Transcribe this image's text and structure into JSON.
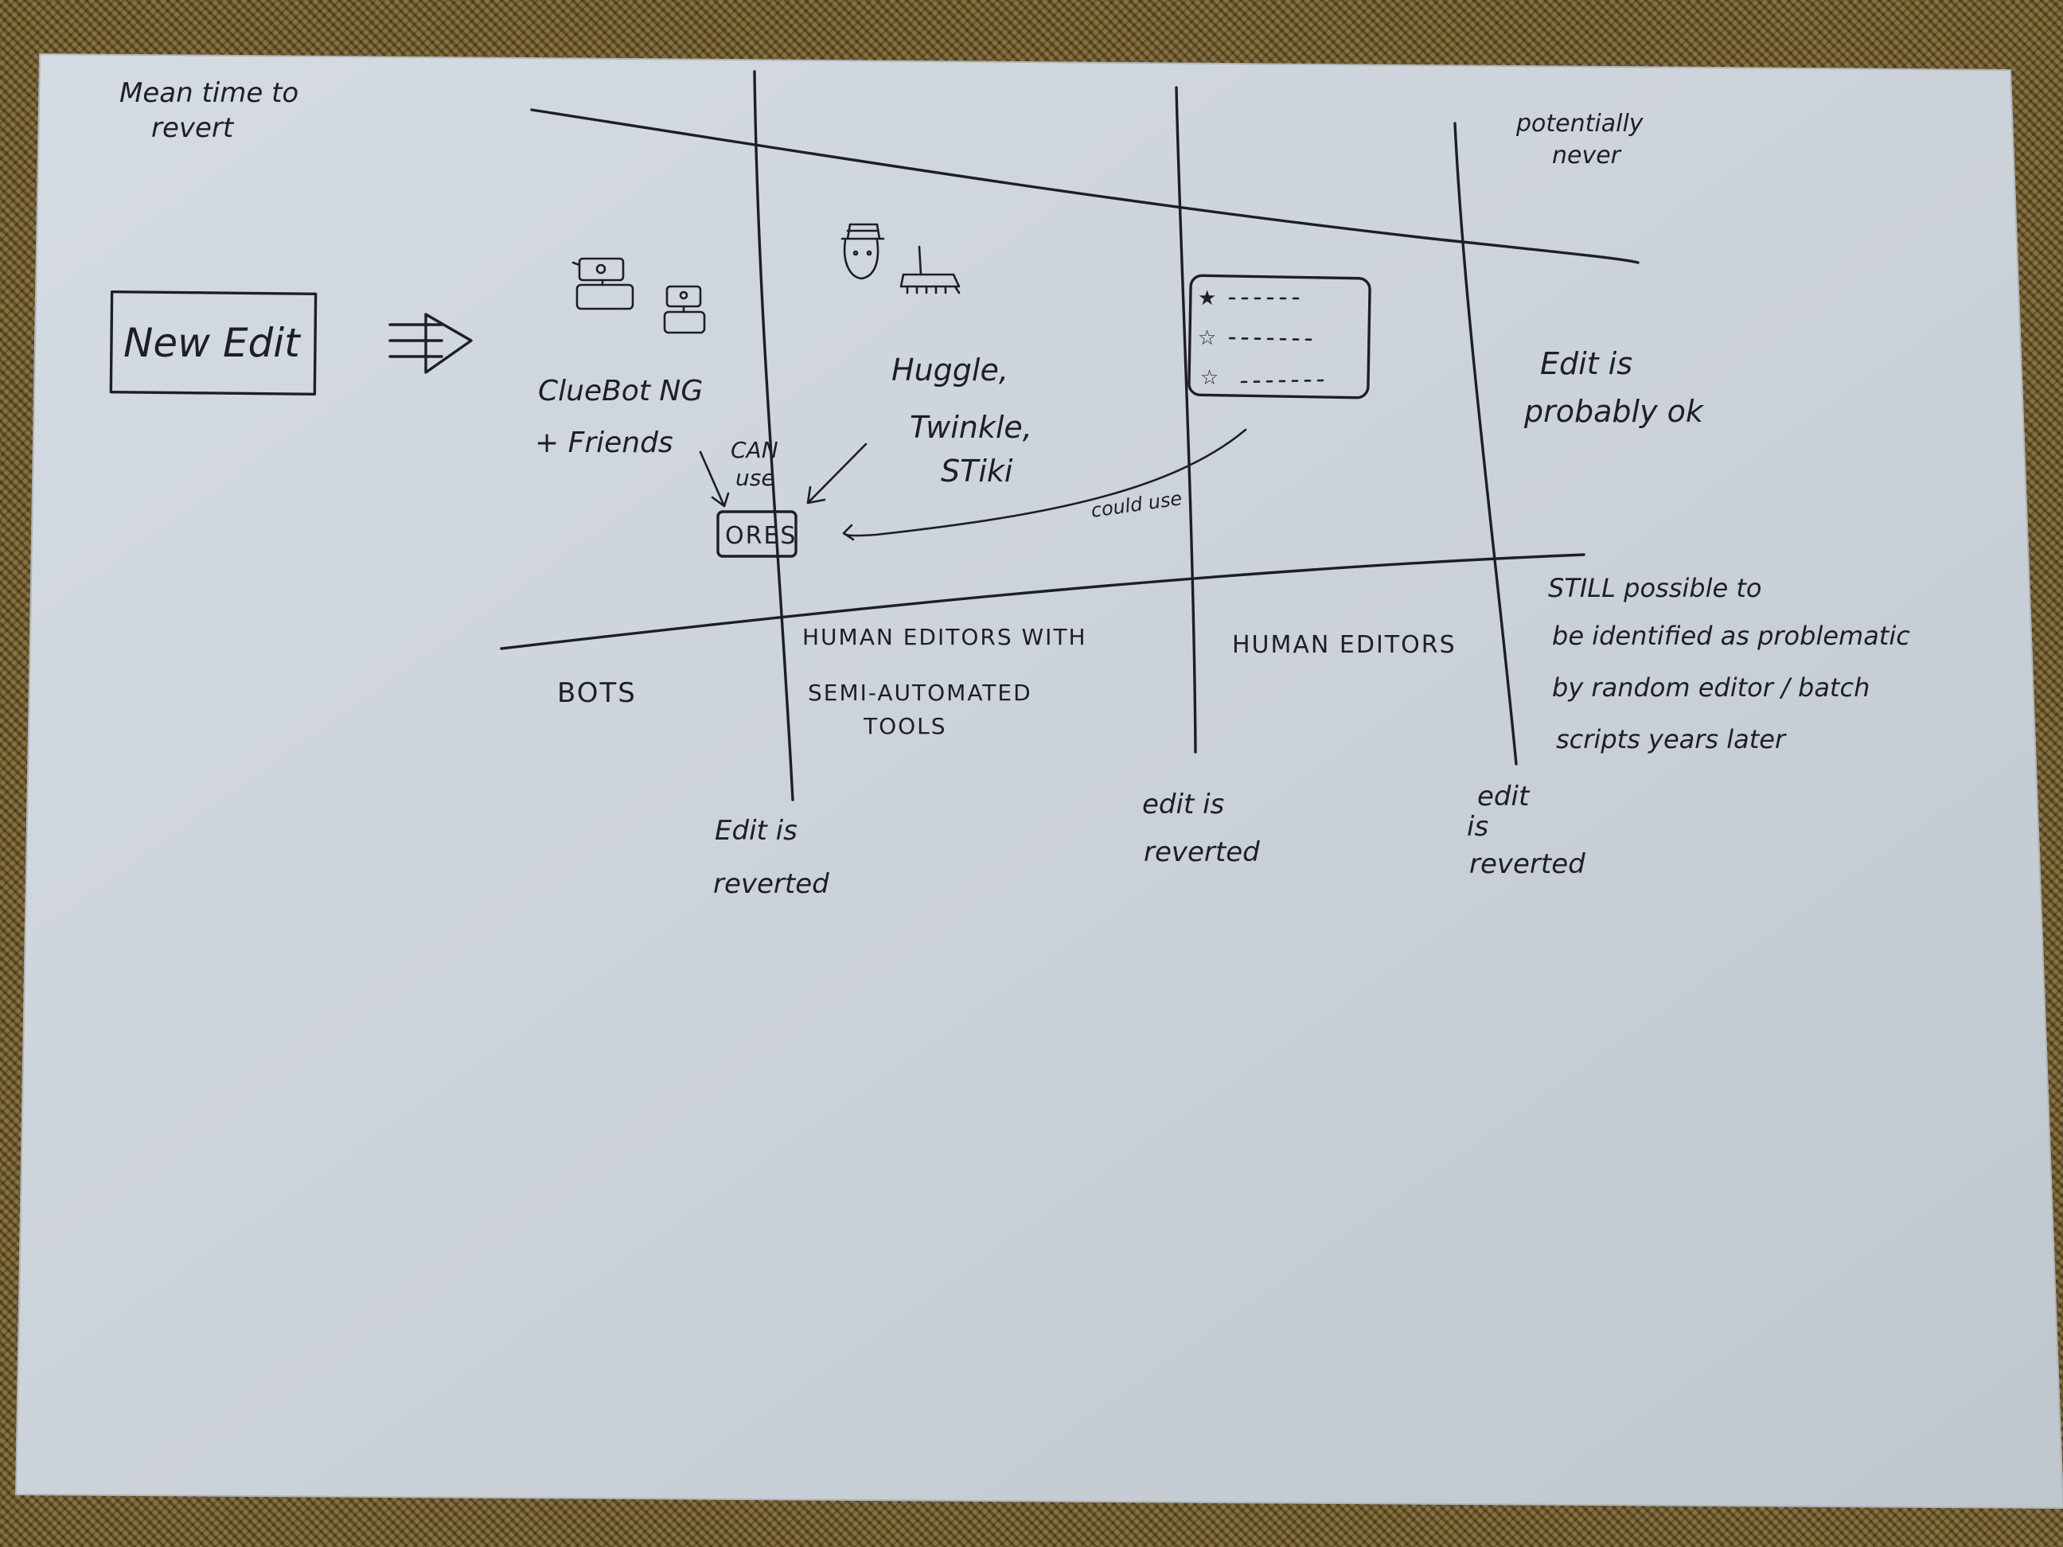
{
  "diagram": {
    "axis_label": [
      "Mean time to",
      "revert"
    ],
    "start_box": "New Edit",
    "tiers": {
      "bots": {
        "heading": "BOTS",
        "tools": [
          "ClueBot NG",
          "+ Friends"
        ]
      },
      "semi_automated": {
        "heading": [
          "HUMAN EDITORS WITH",
          "SEMI-AUTOMATED",
          "TOOLS"
        ],
        "tools": [
          "Huggle,",
          "Twinkle,",
          "STiki"
        ]
      },
      "human": {
        "heading": "HUMAN EDITORS"
      },
      "later": {
        "top_note": [
          "potentially",
          "never"
        ],
        "ok_note": [
          "Edit is",
          "probably ok"
        ],
        "problem_note": [
          "STILL possible to",
          "be identified as problematic",
          "by random editor / batch",
          "scripts years later"
        ]
      }
    },
    "ores": {
      "label": "ORES",
      "can_use": [
        "CAN",
        "use"
      ],
      "could_use": "could use"
    },
    "revert_labels": [
      [
        "Edit is",
        "reverted"
      ],
      [
        "edit is",
        "reverted"
      ],
      [
        "edit",
        "is",
        "reverted"
      ]
    ],
    "colors": {
      "paper": "#ccd2d9",
      "ink": "#1e1e24",
      "background": "#7a6636"
    }
  }
}
